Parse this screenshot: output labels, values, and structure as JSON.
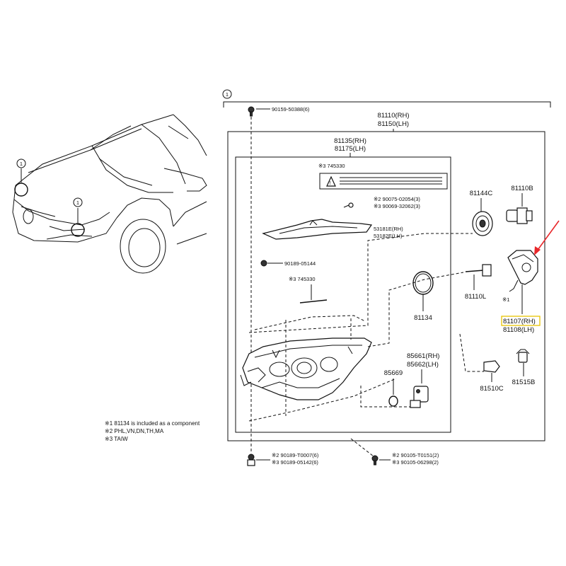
{
  "callout_marker": "1",
  "group_labels": {
    "assembly_top": [
      "81110(RH)",
      "81150(LH)"
    ],
    "unit": [
      "81135(RH)",
      "81175(LH)"
    ],
    "label_745330": "※3 745330",
    "label_745330_b": "※3 745330"
  },
  "parts": {
    "bolt_top": "90159-50388(6)",
    "screw_90075": [
      "※2 90075-02054(3)",
      "※3 90069-32062(3)"
    ],
    "reflector": [
      "53181E(RH)",
      "53182E(LH)"
    ],
    "bolt_90189": "90189-05144",
    "cap_81144C": "81144C",
    "bulb_81110B": "81110B",
    "socket_81110L": "81110L",
    "gasket_81134": "81134",
    "cover": [
      "81107(RH)",
      "81108(LH)"
    ],
    "cover_note": "※1",
    "part_85669": "85669",
    "actuator": [
      "85661(RH)",
      "85662(LH)"
    ],
    "bulb_81510C": "81510C",
    "socket_81515B": "81515B",
    "bottom_left": [
      "※2 90189-T0007(6)",
      "※3 90189-05142(6)"
    ],
    "bottom_right": [
      "※2 90105-T0151(2)",
      "※3 90105-06298(2)"
    ]
  },
  "notes": [
    "※1 81134 is included as a component",
    "※2 PHL,VN,DN,TH,MA",
    "※3 TAIW"
  ],
  "colors": {
    "arrow": "#e8272a",
    "highlight": "#e8c200"
  }
}
